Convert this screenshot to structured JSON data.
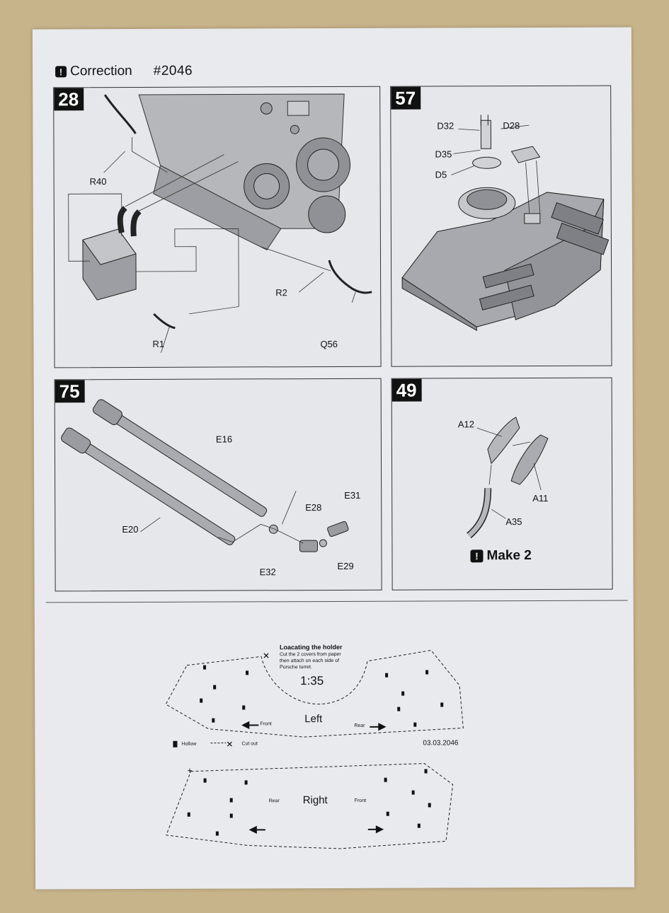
{
  "header": {
    "title": "Correction",
    "code": "#2046"
  },
  "steps": [
    {
      "number": "28",
      "labels": {
        "r40": "R40",
        "r2": "R2",
        "q56": "Q56",
        "r1": "R1"
      }
    },
    {
      "number": "57",
      "labels": {
        "d32": "D32",
        "d28": "D28",
        "d35": "D35",
        "d5": "D5"
      }
    },
    {
      "number": "75",
      "labels": {
        "e16": "E16",
        "e28": "E28",
        "e31": "E31",
        "e20": "E20",
        "e32": "E32",
        "e29": "E29"
      }
    },
    {
      "number": "49",
      "labels": {
        "a12": "A12",
        "a11": "A11",
        "a35": "A35"
      },
      "note": "Make 2"
    }
  ],
  "template": {
    "heading": "Loacating the holder",
    "instructions": "Cut the 2 covers from paper then attach on each side of Porsche turret.",
    "scale": "1:35",
    "left": {
      "name": "Left",
      "front": "Front",
      "rear": "Rear"
    },
    "right": {
      "name": "Right",
      "front": "Front",
      "rear": "Rear"
    },
    "legend": {
      "hollow": "Hollow",
      "cut_out": "Cut out"
    },
    "date": "03.03.2046"
  }
}
